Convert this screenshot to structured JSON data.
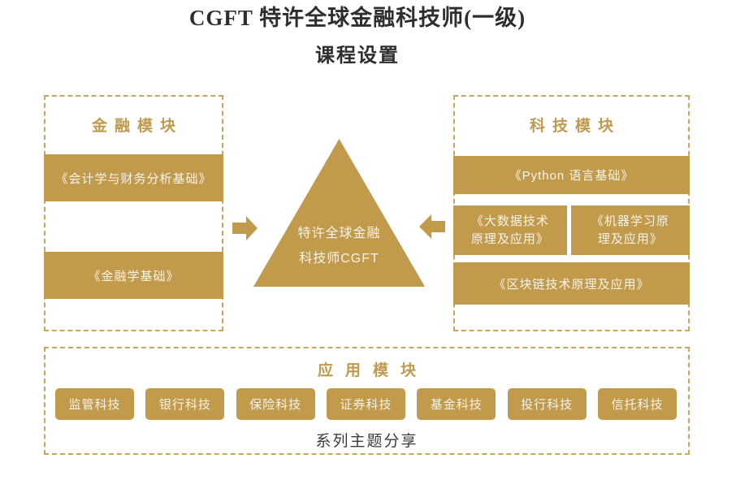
{
  "title": {
    "line1": "CGFT 特许全球金融科技师(一级)",
    "line2": "课程设置"
  },
  "finance": {
    "title": "金融模块",
    "courses": [
      "《会计学与财务分析基础》",
      "《金融学基础》"
    ]
  },
  "tech": {
    "title": "科技模块",
    "python": "《Python 语言基础》",
    "bigdata": {
      "line1": "《大数据技术",
      "line2": "原理及应用》"
    },
    "ml": {
      "line1": "《机器学习原",
      "line2": "理及应用》"
    },
    "blockchain": "《区块链技术原理及应用》"
  },
  "center": {
    "line1": "特许全球金融",
    "line2": "科技师CGFT"
  },
  "application": {
    "title": "应用模块",
    "items": [
      "监管科技",
      "银行科技",
      "保险科技",
      "证券科技",
      "基金科技",
      "投行科技",
      "信托科技"
    ],
    "footer": "系列主题分享"
  },
  "colors": {
    "gold": "#c29a4b",
    "dashed_border": "#c9a55e",
    "title_text": "#2e2e2e",
    "bar_text": "#f8f4ea"
  }
}
